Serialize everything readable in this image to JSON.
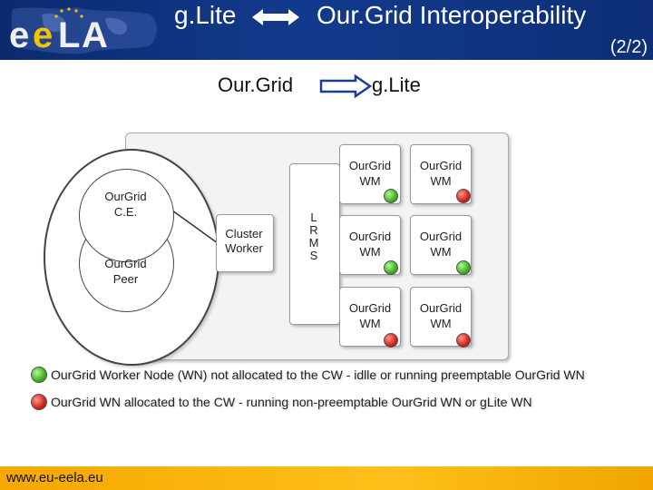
{
  "header": {
    "logo_text": "eeLA",
    "title_left": "g.Lite",
    "title_right": "Our.Grid Interoperability",
    "page_indicator": "(2/2)"
  },
  "subtitle": {
    "left": "Our.Grid",
    "right": "g.Lite"
  },
  "diagram": {
    "ce_label": [
      "OurGrid",
      "C.E."
    ],
    "peer_label": [
      "OurGrid",
      "Peer"
    ],
    "cluster_label": [
      "Cluster",
      "Worker"
    ],
    "lrms_letters": [
      "L",
      "R",
      "M",
      "S"
    ],
    "worker_nodes": [
      {
        "line1": "OurGrid",
        "line2": "WM",
        "status": "green"
      },
      {
        "line1": "OurGrid",
        "line2": "WM",
        "status": "red"
      },
      {
        "line1": "OurGrid",
        "line2": "WM",
        "status": "green"
      },
      {
        "line1": "OurGrid",
        "line2": "WM",
        "status": "green"
      },
      {
        "line1": "OurGrid",
        "line2": "WM",
        "status": "red"
      },
      {
        "line1": "OurGrid",
        "line2": "WM",
        "status": "red"
      }
    ]
  },
  "legend": [
    {
      "color": "green",
      "text": "OurGrid Worker Node (WN) not allocated to the CW - idlle or running preemptable OurGrid WN"
    },
    {
      "color": "red",
      "text": "OurGrid WN allocated to the CW - running non-preemptable OurGrid WN or gLite WN"
    }
  ],
  "footer": {
    "url": "www.eu-eela.eu"
  },
  "colors": {
    "header_bg": "#0e2f78",
    "footer_bg": "#ffbf1a",
    "green_status": "#3fb01d",
    "red_status": "#d0221a"
  }
}
